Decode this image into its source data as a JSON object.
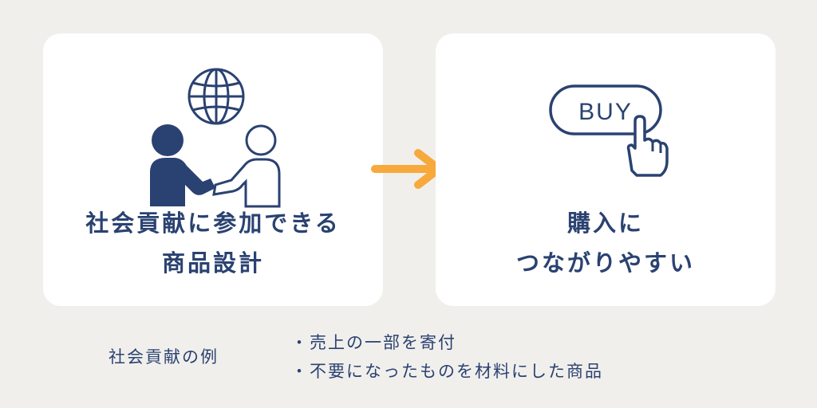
{
  "left_card": {
    "lines": [
      "社会貢献に参加できる",
      "商品設計"
    ],
    "icon": "handshake-globe-icon"
  },
  "right_card": {
    "lines": [
      "購入に",
      "つながりやすい"
    ],
    "icon": "buy-button-icon",
    "button_text": "BUY"
  },
  "arrow": {
    "icon": "arrow-right-icon",
    "color": "#f7a93b"
  },
  "examples": {
    "label": "社会貢献の例",
    "bullet": "・",
    "items": [
      "売上の一部を寄付",
      "不要になったものを材料にした商品"
    ]
  },
  "colors": {
    "background": "#f1efec",
    "card": "#ffffff",
    "navy": "#2a4271",
    "accent": "#f7a93b"
  }
}
